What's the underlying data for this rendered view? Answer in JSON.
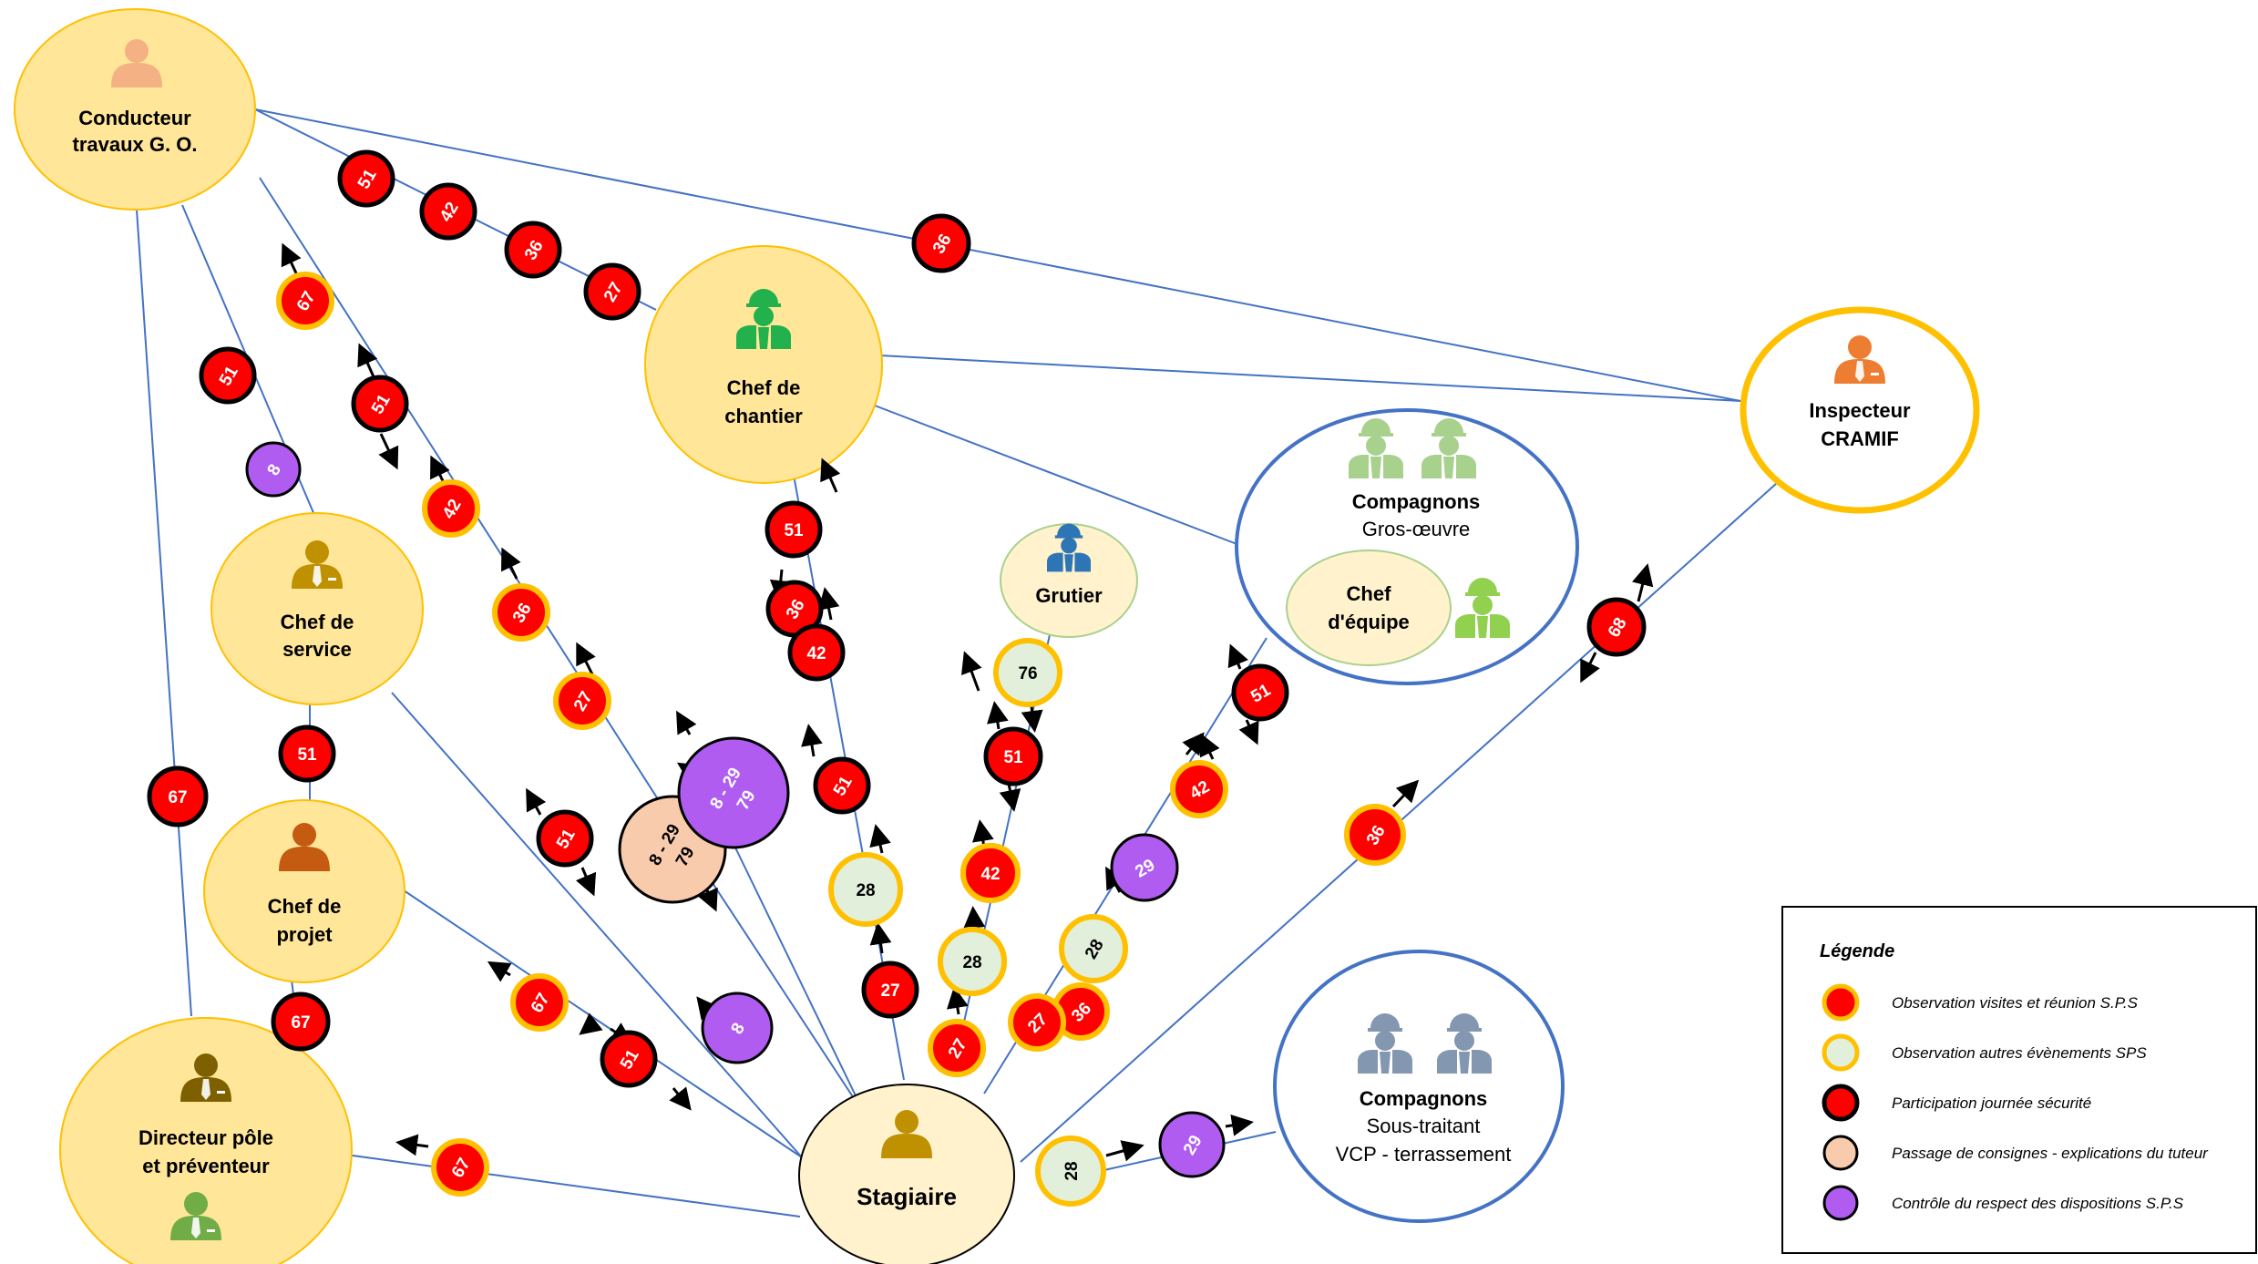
{
  "colors": {
    "line": "#4472c4",
    "red": "#ff0000",
    "gold": "#ffc000",
    "lightgreen": "#e2efda",
    "peach": "#f8cbad",
    "purple": "#b05cf0",
    "node_fill": "#ffe699",
    "node_light": "#fff2cc",
    "group_border": "#4472c4"
  },
  "nodes": {
    "conducteur": {
      "line1": "Conducteur",
      "line2": "travaux G. O.",
      "icon": "person-icon"
    },
    "chef_chantier": {
      "line1": "Chef de",
      "line2": "chantier",
      "icon": "worker-helmet-icon"
    },
    "inspecteur": {
      "line1": "Inspecteur",
      "line2": "CRAMIF",
      "icon": "person-tie-icon"
    },
    "chef_service": {
      "line1": "Chef de",
      "line2": "service",
      "icon": "person-tie-icon"
    },
    "chef_projet": {
      "line1": "Chef de",
      "line2": "projet",
      "icon": "person-icon"
    },
    "directeur": {
      "line1": "Directeur pôle",
      "line2": "et préventeur",
      "icon": "person-tie-icon"
    },
    "grutier": {
      "line1": "Grutier",
      "icon": "worker-helmet-icon"
    },
    "stagiaire": {
      "line1": "Stagiaire",
      "icon": "person-icon"
    },
    "compagnons_go": {
      "line1": "Compagnons",
      "line2": "Gros-œuvre",
      "icon": "worker-helmet-icon"
    },
    "chef_equipe": {
      "line1": "Chef",
      "line2": "d'équipe",
      "icon": "worker-helmet-icon"
    },
    "compagnons_st": {
      "line1": "Compagnons",
      "line2": "Sous-traitant",
      "line3": "VCP - terrassement",
      "icon": "worker-helmet-icon"
    }
  },
  "badges": [
    {
      "label": "51",
      "type": "participation"
    },
    {
      "label": "42",
      "type": "participation"
    },
    {
      "label": "36",
      "type": "participation"
    },
    {
      "label": "27",
      "type": "participation"
    },
    {
      "label": "36",
      "type": "participation"
    },
    {
      "label": "67",
      "type": "observation"
    },
    {
      "label": "51",
      "type": "participation"
    },
    {
      "label": "8",
      "type": "controle"
    },
    {
      "label": "51",
      "type": "participation"
    },
    {
      "label": "42",
      "type": "observation"
    },
    {
      "label": "36",
      "type": "observation"
    },
    {
      "label": "27",
      "type": "observation"
    },
    {
      "label": "51",
      "type": "participation"
    },
    {
      "label": "67",
      "type": "participation"
    },
    {
      "label": "67",
      "type": "participation"
    },
    {
      "label": "67",
      "type": "observation"
    },
    {
      "label": "51",
      "type": "participation"
    },
    {
      "label": "67",
      "type": "observation"
    },
    {
      "label": "51",
      "type": "participation"
    },
    {
      "label": "8 - 29\n79",
      "type": "consignes"
    },
    {
      "label": "8 - 29\n79",
      "type": "controle"
    },
    {
      "label": "8",
      "type": "controle"
    },
    {
      "label": "36",
      "type": "participation"
    },
    {
      "label": "51",
      "type": "participation"
    },
    {
      "label": "42",
      "type": "participation"
    },
    {
      "label": "28",
      "type": "autres"
    },
    {
      "label": "27",
      "type": "participation"
    },
    {
      "label": "51",
      "type": "participation"
    },
    {
      "label": "42",
      "type": "observation"
    },
    {
      "label": "36",
      "type": "observation"
    },
    {
      "label": "28",
      "type": "autres"
    },
    {
      "label": "27",
      "type": "observation"
    },
    {
      "label": "76",
      "type": "autres"
    },
    {
      "label": "51",
      "type": "participation"
    },
    {
      "label": "42",
      "type": "observation"
    },
    {
      "label": "28",
      "type": "autres"
    },
    {
      "label": "27",
      "type": "observation"
    },
    {
      "label": "51",
      "type": "participation"
    },
    {
      "label": "42",
      "type": "observation"
    },
    {
      "label": "29",
      "type": "controle"
    },
    {
      "label": "28",
      "type": "autres"
    },
    {
      "label": "27",
      "type": "observation"
    },
    {
      "label": "68",
      "type": "participation"
    },
    {
      "label": "36",
      "type": "observation"
    },
    {
      "label": "28",
      "type": "autres"
    },
    {
      "label": "29",
      "type": "controle"
    }
  ],
  "legend": {
    "title": "Légende",
    "items": [
      {
        "type": "observation",
        "text": "Observation visites et réunion S.P.S"
      },
      {
        "type": "autres",
        "text": "Observation autres évènements SPS"
      },
      {
        "type": "participation",
        "text": "Participation journée sécurité"
      },
      {
        "type": "consignes",
        "text": "Passage de consignes - explications du tuteur"
      },
      {
        "type": "controle",
        "text": "Contrôle du respect des dispositions S.P.S"
      }
    ]
  }
}
